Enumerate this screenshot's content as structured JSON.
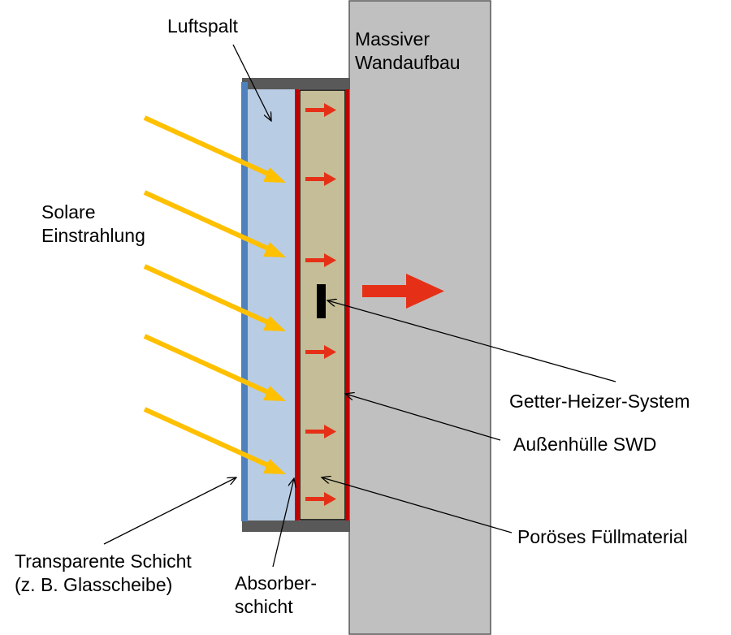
{
  "labels": {
    "air_gap": "Luftspalt",
    "wall_line1": "Massiver",
    "wall_line2": "Wandaufbau",
    "solar_line1": "Solare",
    "solar_line2": "Einstrahlung",
    "getter": "Getter-Heizer-System",
    "envelope": "Außenhülle SWD",
    "filling": "Poröses Füllmaterial",
    "transparent_line1": "Transparente Schicht",
    "transparent_line2": "(z. B. Glasscheibe)",
    "absorber_line1": "Absorber-",
    "absorber_line2": "schicht"
  },
  "colors": {
    "wall": "#c0c0c0",
    "frame": "#595959",
    "glass": "#4f81bd",
    "air_gap": "#b8cce4",
    "filling": "#c4bd97",
    "absorber": "#c00000",
    "heat_arrow": "#e53017",
    "sun_ray": "#ffc000",
    "getter": "#000000"
  },
  "icons": {
    "solar_ray": "diagonal-arrow-icon",
    "heat_flow": "right-arrow-icon",
    "getter_heater": "black-bar"
  }
}
